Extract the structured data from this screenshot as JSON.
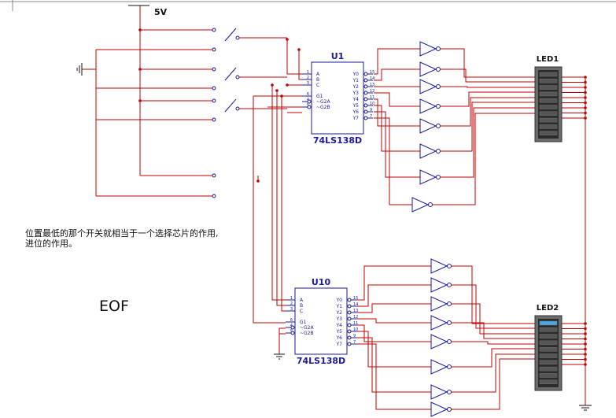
{
  "supply_label": "5V",
  "chips": [
    {
      "ref": "U1",
      "part": "74LS138D",
      "inputs": [
        "A",
        "B",
        "C",
        "G1",
        "~G2A",
        "~G2B"
      ],
      "input_pins": [
        "1",
        "2",
        "3",
        "6",
        "4",
        "5"
      ],
      "outputs": [
        "Y0",
        "Y1",
        "Y2",
        "Y3",
        "Y4",
        "Y5",
        "Y6",
        "Y7"
      ],
      "output_pins": [
        "15",
        "14",
        "13",
        "12",
        "11",
        "10",
        "9",
        "7"
      ]
    },
    {
      "ref": "U10",
      "part": "74LS138D",
      "inputs": [
        "A",
        "B",
        "C",
        "G1",
        "~G2A",
        "~G2B"
      ],
      "input_pins": [
        "1",
        "2",
        "3",
        "6",
        "4",
        "5"
      ],
      "outputs": [
        "Y0",
        "Y1",
        "Y2",
        "Y3",
        "Y4",
        "Y5",
        "Y6",
        "Y7"
      ],
      "output_pins": [
        "15",
        "14",
        "13",
        "12",
        "11",
        "10",
        "9",
        "7"
      ]
    }
  ],
  "displays": [
    "LED1",
    "LED2"
  ],
  "note_lines": [
    "位置最低的那个开关就相当于一个选择芯片的作用,",
    "进位的作用。"
  ],
  "eof_label": "EOF",
  "colors": {
    "wire": "#c00000",
    "component": "#1a1a9c",
    "label": "#1a1a9c",
    "led_on": "#46a9e0"
  }
}
